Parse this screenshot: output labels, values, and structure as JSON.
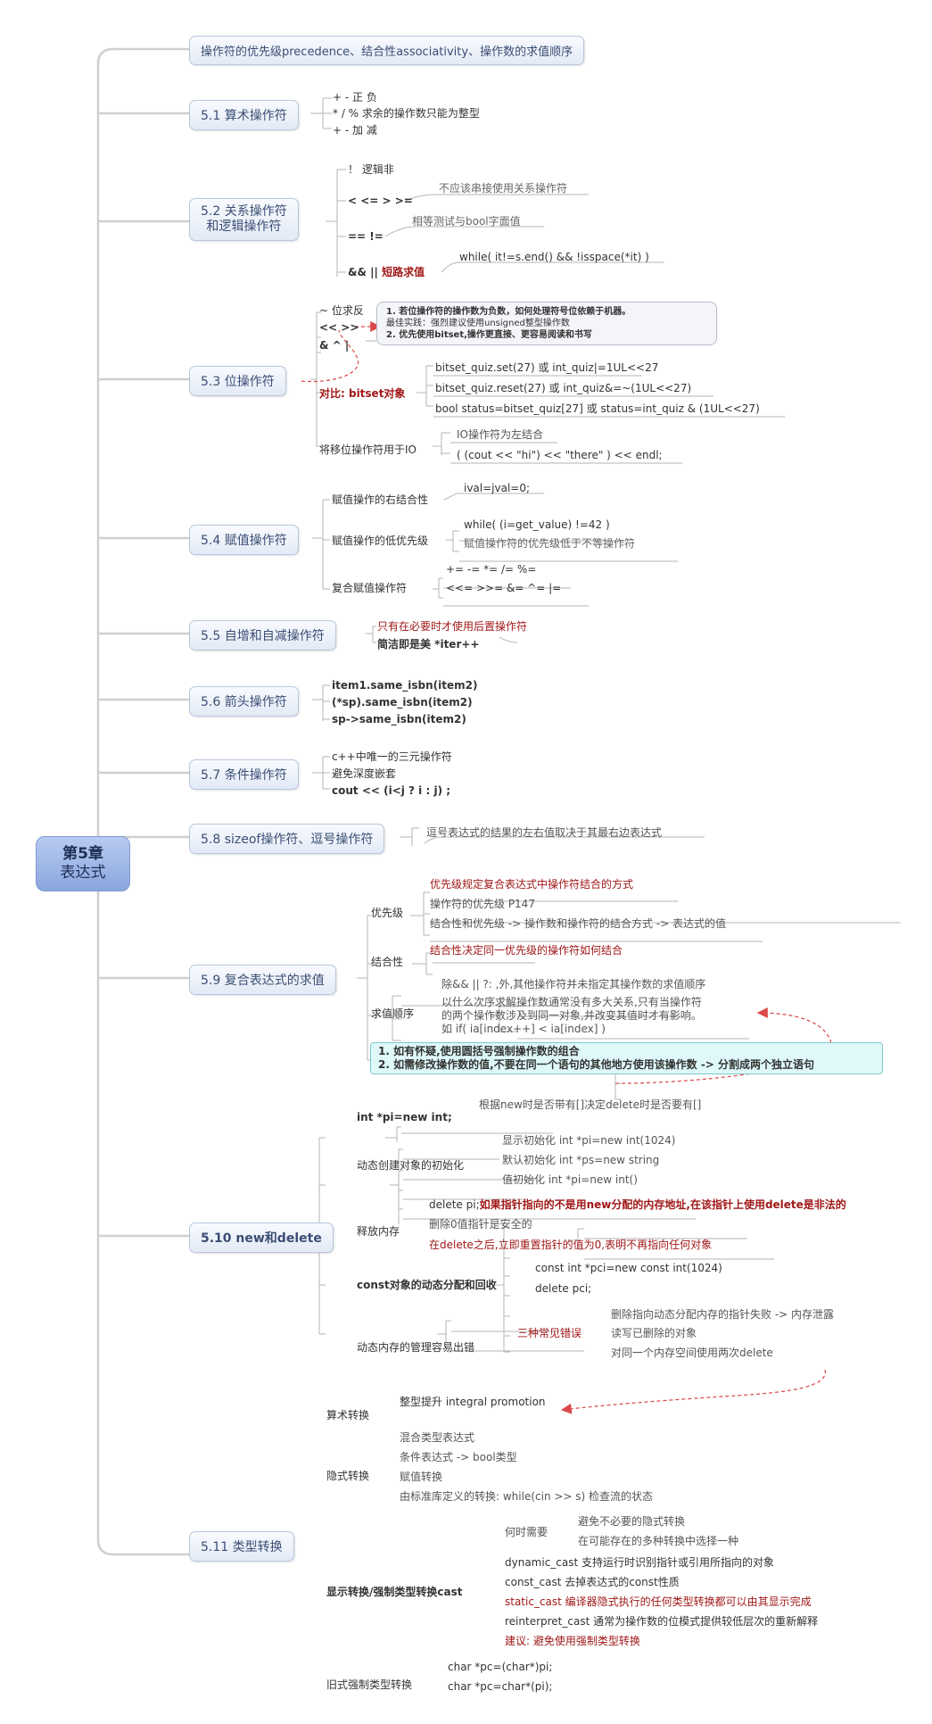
{
  "root": {
    "title_line1": "第5章",
    "title_line2": "表达式"
  },
  "intro": "操作符的优先级precedence、结合性associativity、操作数的求值顺序",
  "s51": {
    "title": "5.1 算术操作符",
    "items": [
      "+ - 正 负",
      "* / % 求余的操作数只能为整型",
      "+ - 加 减"
    ]
  },
  "s52": {
    "title_line1": "5.2 关系操作符",
    "title_line2": "和逻辑操作符",
    "items": [
      "！ 逻辑非",
      "< <= > >=",
      "== !=",
      "&& ||"
    ],
    "short_circuit": "短路求值",
    "notes": [
      "不应该串接使用关系操作符",
      "相等测试与bool字面值",
      "while( it!=s.end() && !isspace(*it) )"
    ]
  },
  "s53": {
    "title": "5.3 位操作符",
    "ops": [
      "~ 位求反",
      "<<  >>",
      "& ^ |"
    ],
    "note_lines": [
      "1. 若位操作符的操作数为负数，如何处理符号位依赖于机器。",
      "最佳实践：强烈建议使用unsigned整型操作数",
      "2. 优先使用bitset,操作更直接、更容易阅读和书写"
    ],
    "bitset_label": "对比: bitset对象",
    "bitset_items": [
      "bitset_quiz.set(27) 或 int_quiz|=1UL<<27",
      "bitset_quiz.reset(27) 或 int_quiz&=~(1UL<<27)",
      "bool status=bitset_quiz[27] 或 status=int_quiz & (1UL<<27)"
    ],
    "io_label": "将移位操作符用于IO",
    "io_items": [
      "IO操作符为左结合",
      "( (cout << \"hi\") << \"there\" ) << endl;"
    ]
  },
  "s54": {
    "title": "5.4 赋值操作符",
    "labels": [
      "赋值操作的右结合性",
      "赋值操作的低优先级",
      "复合赋值操作符"
    ],
    "items": [
      "ival=jval=0;",
      "while( (i=get_value) !=42 )",
      "赋值操作符的优先级低于不等操作符",
      "+=  -=  *=  /=  %=",
      "<<=  >>=  &=  ^=  |="
    ]
  },
  "s55": {
    "title": "5.5 自增和自减操作符",
    "items": [
      "只有在必要时才使用后置操作符",
      "简洁即是美 *iter++"
    ]
  },
  "s56": {
    "title": "5.6 箭头操作符",
    "items": [
      "item1.same_isbn(item2)",
      "(*sp).same_isbn(item2)",
      "sp->same_isbn(item2)"
    ]
  },
  "s57": {
    "title": "5.7 条件操作符",
    "items": [
      "c++中唯一的三元操作符",
      "避免深度嵌套",
      "cout << (i<j ? i : j) ;"
    ]
  },
  "s58": {
    "title": "5.8 sizeof操作符、逗号操作符",
    "note": "逗号表达式的结果的左右值取决于其最右边表达式"
  },
  "s59": {
    "title": "5.9 复合表达式的求值",
    "labels": [
      "优先级",
      "结合性",
      "求值顺序"
    ],
    "prec_items": [
      "优先级规定复合表达式中操作符结合的方式",
      "操作符的优先级 P147",
      "结合性和优先级 -> 操作数和操作符的结合方式 -> 表达式的值"
    ],
    "assoc_item": "结合性决定同一优先级的操作符如何结合",
    "order_items": [
      "除&& || ?: ,外,其他操作符并未指定其操作数的求值顺序",
      "以什么次序求解操作数通常没有多大关系,只有当操作符",
      "的两个操作数涉及到同一对象,并改变其值时才有影响。",
      "如 if( ia[index++] < ia[index] )"
    ],
    "tips": [
      "1. 如有怀疑,使用圆括号强制操作数的组合",
      "2. 如需修改操作数的值,不要在同一个语句的其他地方使用该操作数 -> 分割成两个独立语句"
    ]
  },
  "s510": {
    "title": "5.10 new和delete",
    "labels": [
      "int *pi=new int;",
      "动态创建对象的初始化",
      "释放内存",
      "const对象的动态分配和回收",
      "动态内存的管理容易出错"
    ],
    "new_note": "根据new时是否带有[]决定delete时是否要有[]",
    "init_items": [
      "显示初始化 int *pi=new int(1024)",
      "默认初始化 int *ps=new string",
      "值初始化 int *pi=new int()"
    ],
    "free_items": [
      "delete pi;",
      "如果指针指向的不是用new分配的内存地址,在该指针上使用delete是非法的",
      "删除0值指针是安全的",
      "在delete之后,立即重置指针的值为0,表明不再指向任何对象"
    ],
    "const_items": [
      "const int *pci=new const int(1024)",
      "delete pci;"
    ],
    "err_label": "三种常见错误",
    "err_items": [
      "删除指向动态分配内存的指针失败 -> 内存泄露",
      "读写已删除的对象",
      "对同一个内存空间使用两次delete"
    ]
  },
  "s511": {
    "title": "5.11 类型转换",
    "labels": [
      "算术转换",
      "隐式转换",
      "显示转换/强制类型转换cast",
      "旧式强制类型转换"
    ],
    "arith_item": "整型提升 integral promotion",
    "implicit_items": [
      "混合类型表达式",
      "条件表达式 -> bool类型",
      "赋值转换",
      "由标准库定义的转换: while(cin >> s) 检查流的状态"
    ],
    "when_label": "何时需要",
    "when_items": [
      "避免不必要的隐式转换",
      "在可能存在的多种转换中选择一种"
    ],
    "cast_items": [
      "dynamic_cast 支持运行时识别指针或引用所指向的对象",
      "const_cast 去掉表达式的const性质",
      "static_cast 编译器隐式执行的任何类型转换都可以由其显示完成",
      "reinterpret_cast 通常为操作数的位模式提供较低层次的重新解释",
      "建议: 避免使用强制类型转换"
    ],
    "old_items": [
      "char *pc=(char*)pi;",
      "char *pc=char*(pi);"
    ]
  },
  "colors": {
    "main_line": "#cfcfcf",
    "sub_line": "#b4b4b4",
    "accent_red": "#c62828",
    "node_text": "#3b4e74"
  }
}
